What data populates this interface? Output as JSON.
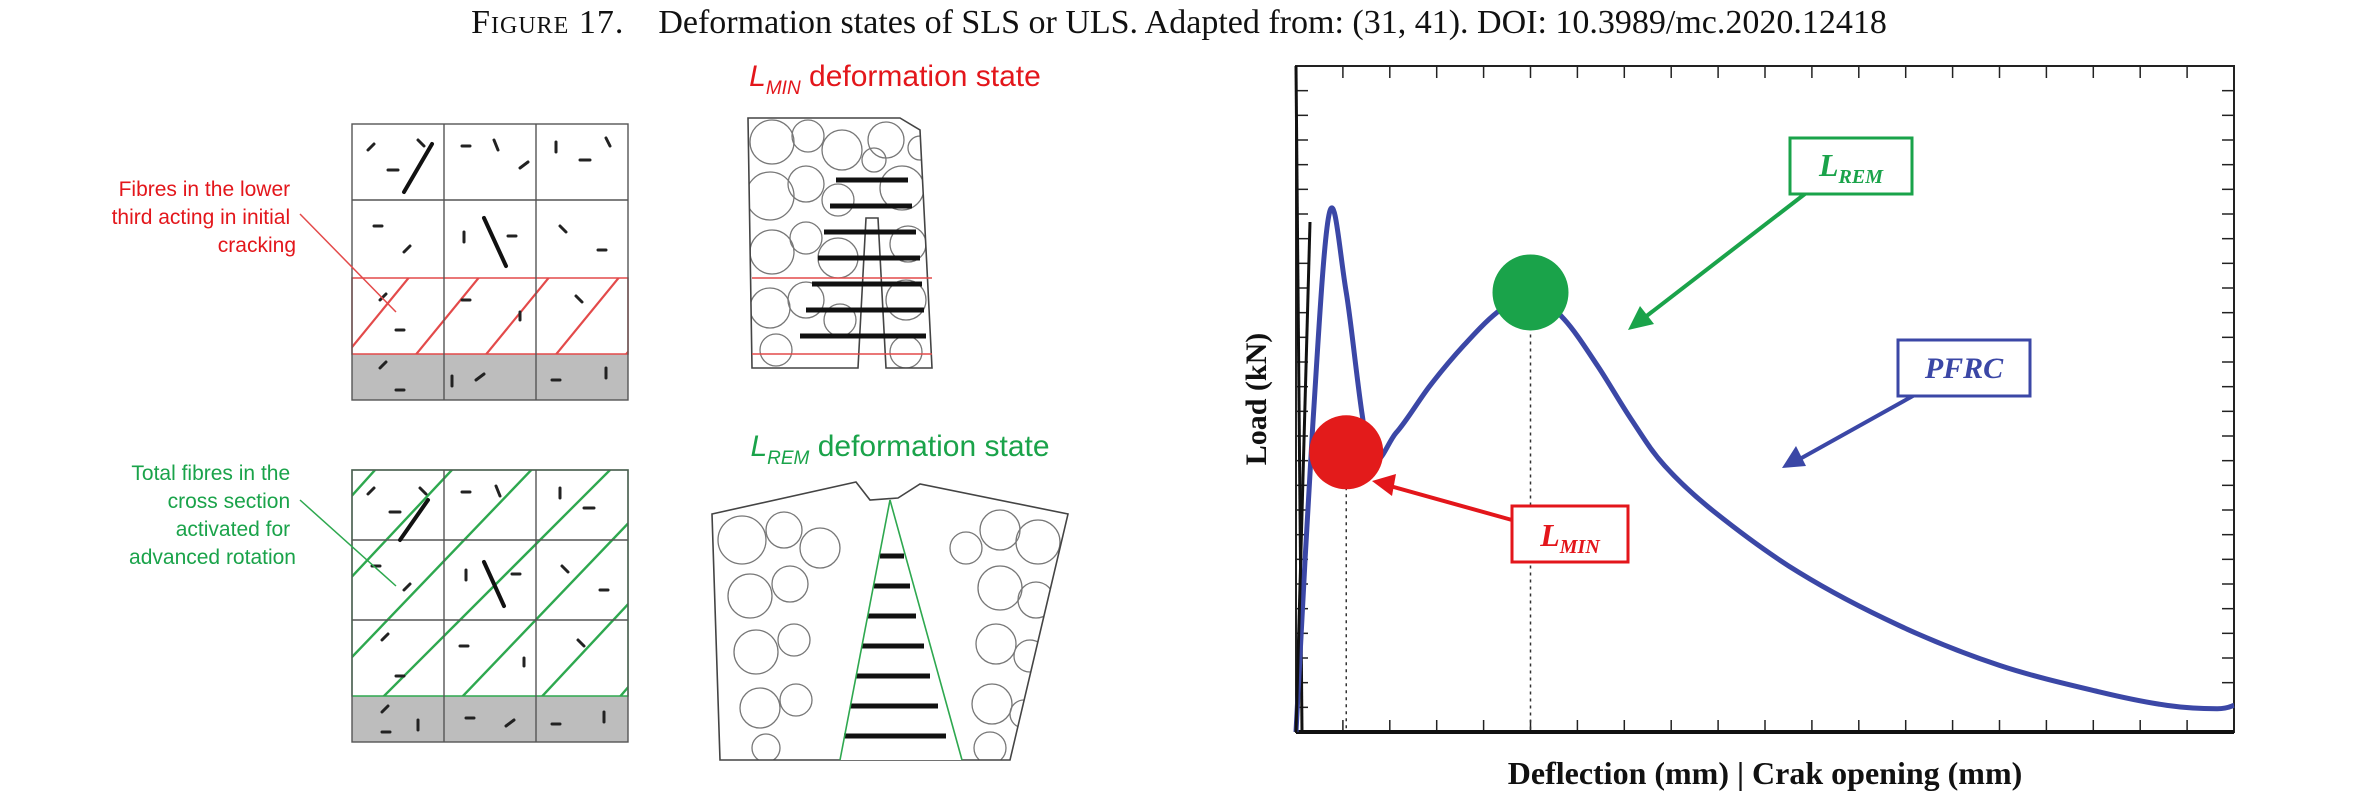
{
  "caption": {
    "figure_label": "Figure 17.",
    "text": "Deformation states of SLS or ULS. Adapted from: (31, 41). DOI: 10.3989/mc.2020.12418"
  },
  "left_panel": {
    "top_grid_label": [
      "Fibres in the lower",
      "third acting in initial",
      "cracking"
    ],
    "bottom_grid_label": [
      "Total fibres in the",
      "cross section",
      "activated for",
      "advanced rotation"
    ],
    "lmin_title": {
      "symbol": "L",
      "subscript": "MIN",
      "rest": " deformation state"
    },
    "lrem_title": {
      "symbol": "L",
      "subscript": "REM",
      "rest": " deformation state"
    }
  },
  "chart_data": {
    "type": "line",
    "xlabel": "Deflection (mm) | Crak opening (mm)",
    "ylabel": "Load (kN)",
    "series": [
      {
        "name": "PFRC",
        "color": "#3b47a6",
        "x": [
          0,
          0.5,
          1.0,
          1.5,
          2.2,
          3,
          4,
          5,
          6,
          7,
          8,
          9,
          10,
          11,
          12.5,
          15,
          18,
          21,
          24,
          26,
          27.5,
          28
        ],
        "y": [
          0,
          46,
          78,
          66,
          42,
          45,
          52,
          58,
          63,
          66,
          62,
          55,
          47,
          40,
          33,
          24,
          16,
          10,
          6,
          4,
          3.5,
          4
        ]
      }
    ],
    "annotations": [
      {
        "label": "L",
        "subscript": "MIN",
        "x": 1.5,
        "y": 42,
        "color": "#e3161b"
      },
      {
        "label": "L",
        "subscript": "REM",
        "x": 7,
        "y": 66,
        "color": "#1aa34a"
      },
      {
        "label": "PFRC",
        "subscript": "",
        "color": "#3b47a6"
      }
    ],
    "xlim": [
      0,
      28
    ],
    "ylim": [
      0,
      100
    ],
    "grid": false,
    "colors": {
      "curve": "#3b47a6",
      "lmin": "#e3161b",
      "lrem": "#1aa34a"
    }
  }
}
